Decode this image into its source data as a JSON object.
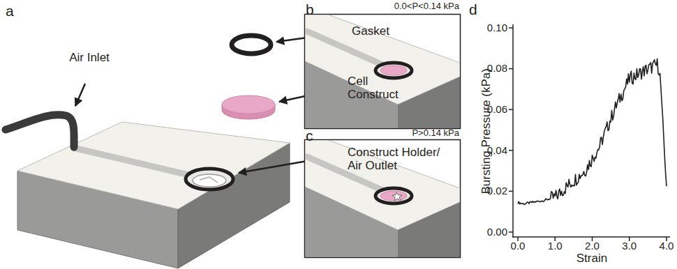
{
  "diagram": {
    "labels": [
      "a",
      "b",
      "c",
      "d",
      "Air Inlet",
      "Gasket",
      "Cell Construct",
      "Construct Holder/ Air Outlet",
      "0.0<P<0.14 kPa",
      "P>0.14 kPa",
      "Bursting Pressure (kPa)",
      "Strain",
      "0.00",
      "0.02",
      "0.04",
      "0.06",
      "0.08",
      "0.10",
      "0.0",
      "1.0",
      "2.0",
      "3.0",
      "4.0"
    ]
  }
}
